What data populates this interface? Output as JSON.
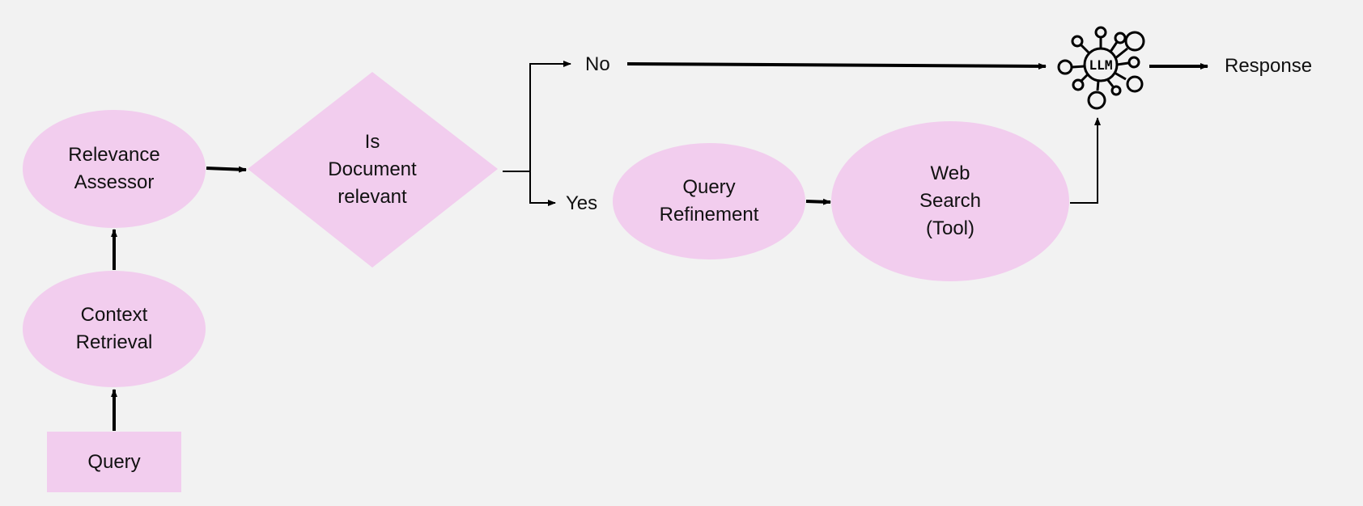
{
  "diagram": {
    "nodes": {
      "query": {
        "lines": [
          "Query"
        ]
      },
      "context_retrieval": {
        "lines": [
          "Context",
          "Retrieval"
        ]
      },
      "relevance_assessor": {
        "lines": [
          "Relevance",
          "Assessor"
        ]
      },
      "decision": {
        "lines": [
          "Is",
          "Document",
          "relevant"
        ]
      },
      "query_refinement": {
        "lines": [
          "Query",
          "Refinement"
        ]
      },
      "web_search": {
        "lines": [
          "Web",
          "Search",
          "(Tool)"
        ]
      },
      "llm": {
        "label": "LLM",
        "icon": "llm-network-icon"
      },
      "response": {
        "label": "Response"
      }
    },
    "branches": {
      "no": "No",
      "yes": "Yes"
    },
    "colors": {
      "node_fill": "#f2cdee",
      "stroke": "#000000",
      "background": "#f2f2f2"
    }
  }
}
